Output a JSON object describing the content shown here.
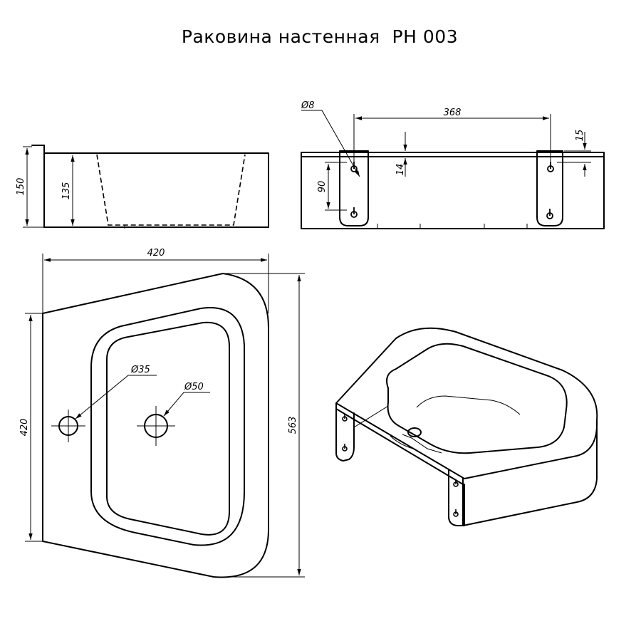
{
  "title": "Раковина настенная  РН 003",
  "dimensions": {
    "side_height_total": "150",
    "side_height_bowl": "135",
    "hole_diameter_small": "Ø8",
    "mount_spacing": "368",
    "mount_offset_top": "15",
    "mount_hole_vertical": "90",
    "mount_depth": "14",
    "top_width": "420",
    "left_depth": "420",
    "overall_depth": "563",
    "faucet_hole": "Ø35",
    "drain_hole": "Ø50"
  }
}
